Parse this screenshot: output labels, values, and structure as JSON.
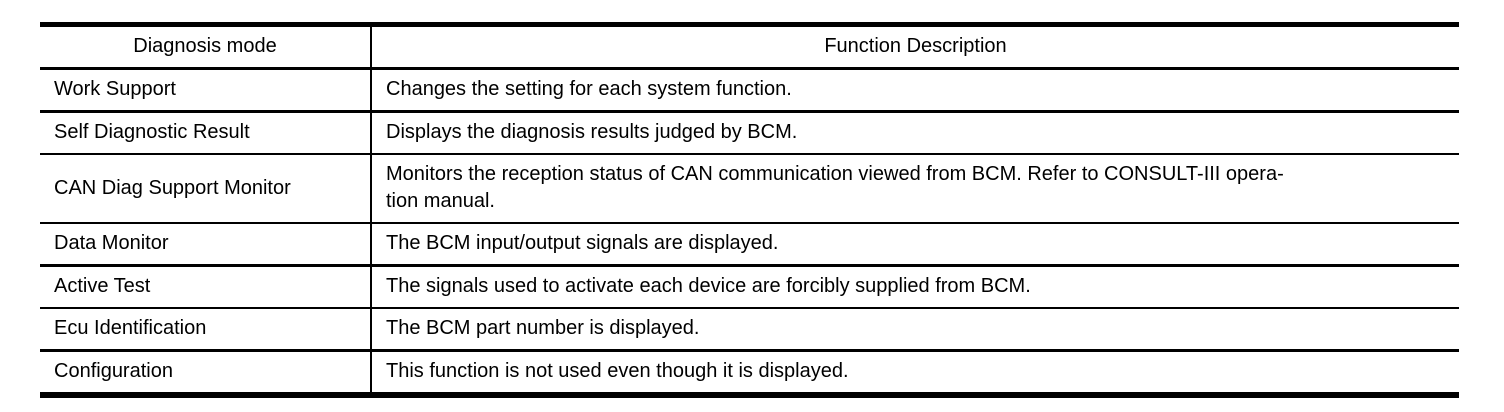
{
  "table": {
    "headers": [
      "Diagnosis mode",
      "Function Description"
    ],
    "rows": [
      {
        "mode": "Work Support",
        "description": "Changes the setting for each system function."
      },
      {
        "mode": "Self Diagnostic Result",
        "description": "Displays the diagnosis results judged by BCM."
      },
      {
        "mode": "CAN Diag Support Monitor",
        "description": "Monitors the reception status of CAN communication viewed from BCM. Refer to CONSULT-III opera-\ntion manual."
      },
      {
        "mode": "Data Monitor",
        "description": "The BCM input/output signals are displayed."
      },
      {
        "mode": "Active Test",
        "description": "The signals used to activate each device are forcibly supplied from BCM."
      },
      {
        "mode": "Ecu Identification",
        "description": "The BCM part number is displayed."
      },
      {
        "mode": "Configuration",
        "description": "This function is not used even though it is displayed."
      }
    ],
    "colors": {
      "border": "#000000",
      "text": "#000000",
      "background": "#ffffff"
    }
  }
}
